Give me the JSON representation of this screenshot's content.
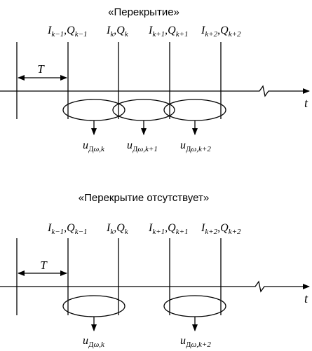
{
  "panels": [
    {
      "title": "«Перекрытие»",
      "markers": [
        {
          "i": "I",
          "i_sub": "k−1",
          "q": "Q",
          "q_sub": "k−1"
        },
        {
          "i": "I",
          "i_sub": "k",
          "q": "Q",
          "q_sub": "k"
        },
        {
          "i": "I",
          "i_sub": "k+1",
          "q": "Q",
          "q_sub": "k+1"
        },
        {
          "i": "I",
          "i_sub": "k+2",
          "q": "Q",
          "q_sub": "k+2"
        }
      ],
      "period": "T",
      "axis": "t",
      "outputs": [
        {
          "u": "u",
          "sub": "Д",
          "sub_it": "ω,k"
        },
        {
          "u": "u",
          "sub": "Д",
          "sub_it": "ω,k+1"
        },
        {
          "u": "u",
          "sub": "Д",
          "sub_it": "ω,k+2"
        }
      ]
    },
    {
      "title": "«Перекрытие отсутствует»",
      "markers": [
        {
          "i": "I",
          "i_sub": "k−1",
          "q": "Q",
          "q_sub": "k−1"
        },
        {
          "i": "I",
          "i_sub": "k",
          "q": "Q",
          "q_sub": "k"
        },
        {
          "i": "I",
          "i_sub": "k+1",
          "q": "Q",
          "q_sub": "k+1"
        },
        {
          "i": "I",
          "i_sub": "k+2",
          "q": "Q",
          "q_sub": "k+2"
        }
      ],
      "period": "T",
      "axis": "t",
      "outputs": [
        {
          "u": "u",
          "sub": "Д",
          "sub_it": "ω,k"
        },
        {
          "u": "u",
          "sub": "Д",
          "sub_it": "ω,k+2"
        }
      ]
    }
  ]
}
